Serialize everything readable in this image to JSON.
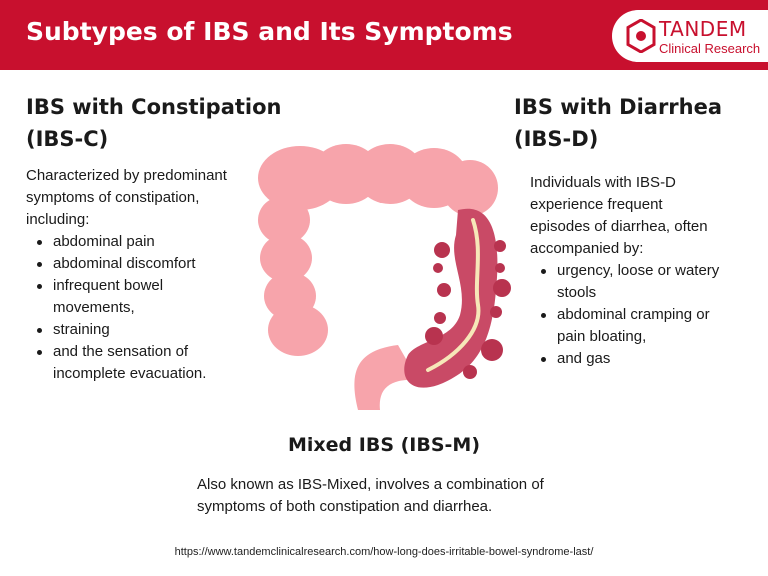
{
  "header": {
    "title": "Subtypes of IBS and Its Symptoms",
    "logo_name": "TANDEM",
    "logo_sub": "Clinical Research",
    "brand_color": "#c8102e"
  },
  "constipation": {
    "title_line1": "IBS with Constipation",
    "title_line2": "(IBS-C)",
    "intro": "Characterized by predominant symptoms of constipation, including:",
    "items": [
      "abdominal pain",
      "abdominal discomfort",
      "infrequent bowel movements,",
      "straining",
      "and the sensation of incomplete evacuation."
    ]
  },
  "diarrhea": {
    "title_line1": "IBS with Diarrhea",
    "title_line2": "(IBS-D)",
    "intro": "Individuals with IBS-D experience frequent episodes of diarrhea, often accompanied by:",
    "items": [
      "urgency, loose or watery stools",
      " abdominal cramping or pain bloating,",
      "and gas"
    ]
  },
  "mixed": {
    "title": "Mixed IBS (IBS-M)",
    "body": "Also known as IBS-Mixed, involves a combination of symptoms of both constipation and diarrhea."
  },
  "footer": {
    "source": "https://www.tandemclinicalresearch.com/how-long-does-irritable-bowel-syndrome-last/"
  },
  "illustration": {
    "icon": "colon-illustration-icon",
    "colors": {
      "colon": "#f7a4ab",
      "inflamed": "#c94a66",
      "nodules": "#b8334f"
    }
  }
}
